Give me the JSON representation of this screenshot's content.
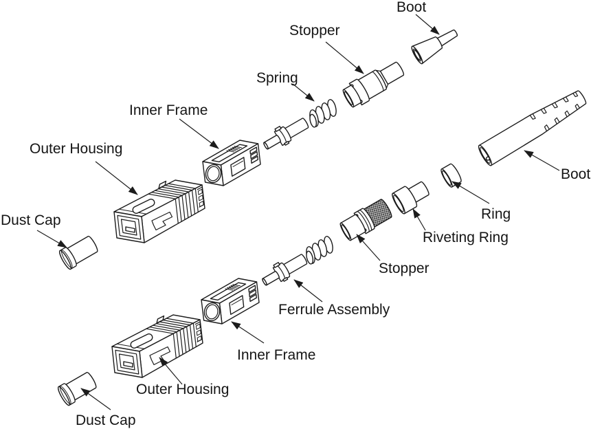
{
  "diagram": {
    "type": "exploded-assembly-drawing",
    "subject": "SC fiber optic connector exploded views (two variants)",
    "colors": {
      "background": "#ffffff",
      "line": "#1c1c1c",
      "text": "#151515",
      "knurl_dark": "#2f2f2f"
    },
    "labels": {
      "boot_top": "Boot",
      "stopper_top": "Stopper",
      "spring": "Spring",
      "inner_frame_top": "Inner Frame",
      "outer_housing_top": "Outer Housing",
      "dust_cap_top": "Dust Cap",
      "boot_right": "Boot",
      "ring": "Ring",
      "riveting_ring": "Riveting Ring",
      "stopper_bottom": "Stopper",
      "ferrule_assembly": "Ferrule Assembly",
      "inner_frame_bottom": "Inner Frame",
      "outer_housing_bottom": "Outer Housing",
      "dust_cap_bottom": "Dust Cap"
    },
    "assemblies": [
      {
        "name": "top connector",
        "parts_in_order": [
          "Dust Cap",
          "Outer Housing",
          "Inner Frame",
          "Ferrule Assembly",
          "Spring",
          "Stopper",
          "Boot"
        ]
      },
      {
        "name": "bottom connector",
        "parts_in_order": [
          "Dust Cap",
          "Outer Housing",
          "Inner Frame",
          "Ferrule Assembly",
          "Spring",
          "Stopper",
          "Riveting Ring",
          "Ring",
          "Boot"
        ]
      }
    ]
  }
}
